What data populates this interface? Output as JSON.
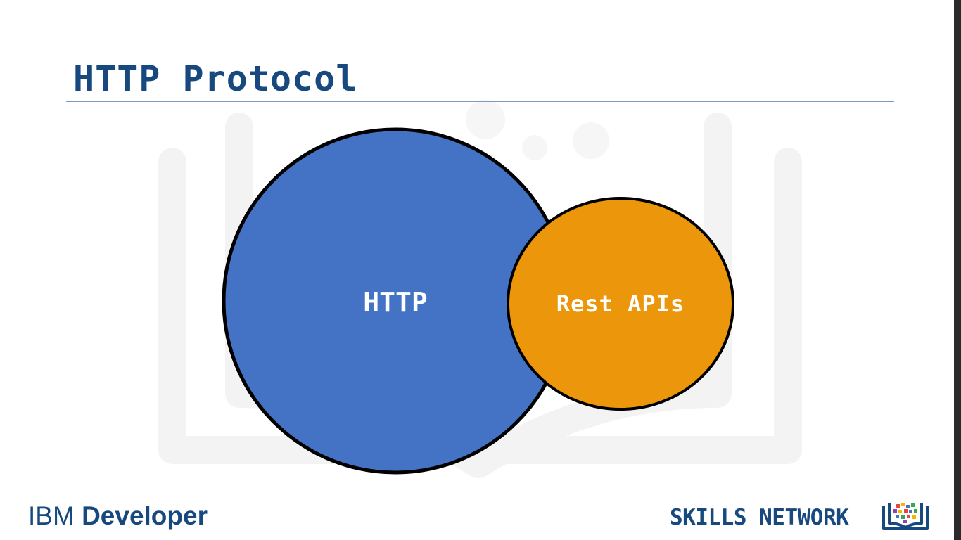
{
  "slide": {
    "title": "HTTP Protocol"
  },
  "diagram": {
    "large_circle_label": "HTTP",
    "small_circle_label": "Rest APIs"
  },
  "footer": {
    "brand_prefix": "IBM ",
    "brand_name": "Developer",
    "network_label": "SKILLS NETWORK"
  },
  "colors": {
    "title": "#17497e",
    "http_circle": "#4472c4",
    "rest_circle": "#ec960c",
    "outline": "#000000"
  },
  "icons": [
    "skills-network-book-icon"
  ]
}
